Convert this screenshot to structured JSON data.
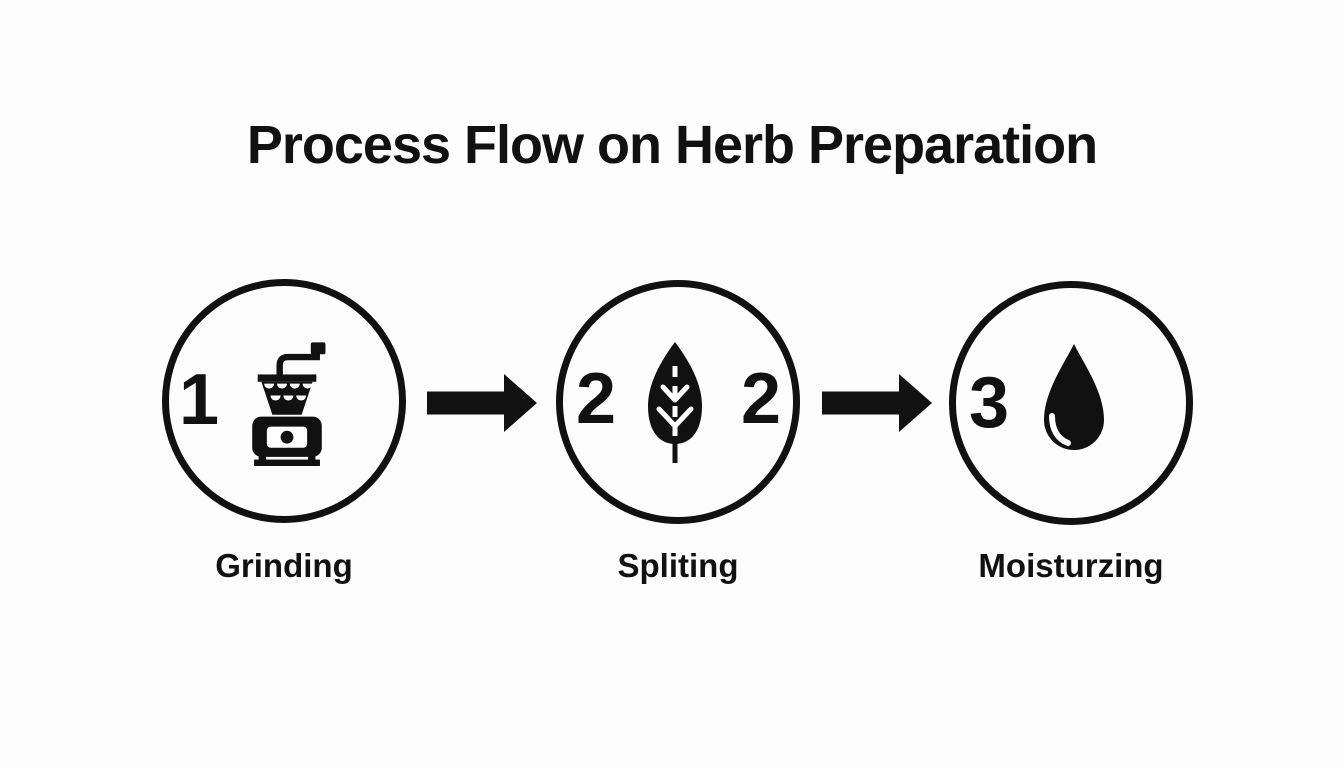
{
  "title": "Process Flow on Herb Preparation",
  "colors": {
    "ink": "#111111",
    "background": "#fdfdfd"
  },
  "steps": [
    {
      "number": "1",
      "icon": "herb-grinder-icon",
      "label": "Grinding"
    },
    {
      "number_left": "2",
      "number_right": "2",
      "icon": "leaf-icon",
      "label": "Spliting"
    },
    {
      "number": "3",
      "icon": "water-drop-icon",
      "label": "Moisturzing"
    }
  ],
  "connectors": [
    {
      "icon": "right-arrow-icon"
    },
    {
      "icon": "right-arrow-icon"
    }
  ]
}
